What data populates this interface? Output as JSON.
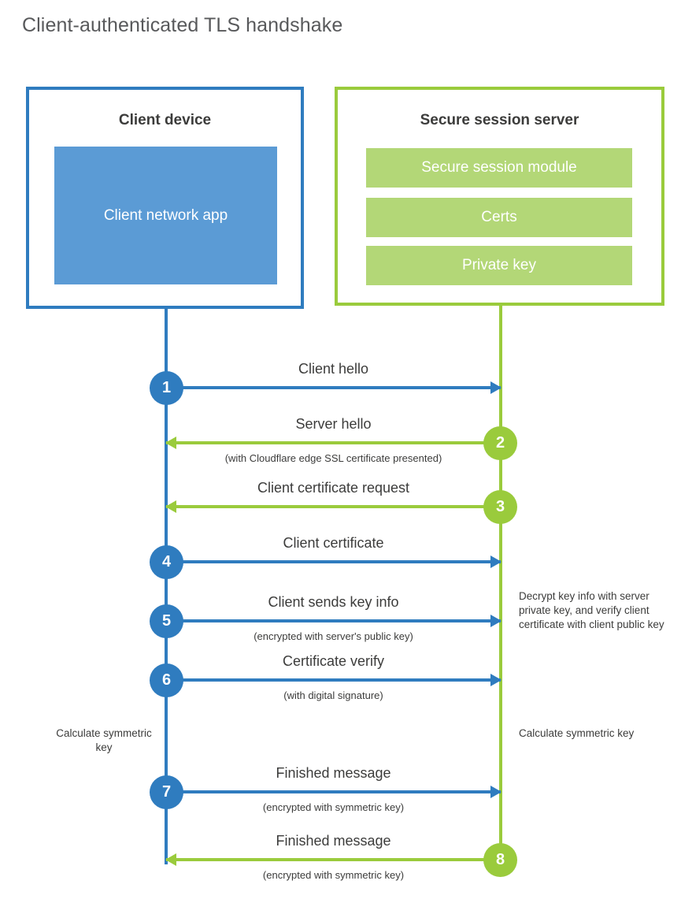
{
  "title": "Client-authenticated TLS handshake",
  "parties": {
    "client": {
      "title": "Client device",
      "accent": "#2F7CBF",
      "blocks": [
        {
          "label": "Client network app",
          "color": "#5B9BD5"
        }
      ]
    },
    "server": {
      "title": "Secure session server",
      "accent": "#9ACB3C",
      "blocks": [
        {
          "label": "Secure session module",
          "color": "#B3D777"
        },
        {
          "label": "Certs",
          "color": "#B3D777"
        },
        {
          "label": "Private key",
          "color": "#B3D777"
        }
      ]
    }
  },
  "steps": [
    {
      "number": "1",
      "label": "Client hello",
      "sub": "",
      "direction": "to-server",
      "actor": "client"
    },
    {
      "number": "2",
      "label": "Server hello",
      "sub": "(with Cloudflare edge SSL certificate presented)",
      "direction": "to-client",
      "actor": "server"
    },
    {
      "number": "3",
      "label": "Client certificate request",
      "sub": "",
      "direction": "to-client",
      "actor": "server"
    },
    {
      "number": "4",
      "label": "Client certificate",
      "sub": "",
      "direction": "to-server",
      "actor": "client"
    },
    {
      "number": "5",
      "label": "Client sends key info",
      "sub": "(encrypted with server's public key)",
      "direction": "to-server",
      "actor": "client"
    },
    {
      "number": "6",
      "label": "Certificate verify",
      "sub": "(with digital signature)",
      "direction": "to-server",
      "actor": "client"
    },
    {
      "number": "7",
      "label": "Finished message",
      "sub": "(encrypted with symmetric key)",
      "direction": "to-server",
      "actor": "client"
    },
    {
      "number": "8",
      "label": "Finished message",
      "sub": "(encrypted with symmetric key)",
      "direction": "to-client",
      "actor": "server"
    }
  ],
  "notes": {
    "server_decrypt": "Decrypt key info with server private key, and verify client certificate with client public key",
    "client_symmetric_key": "Calculate symmetric key",
    "server_symmetric_key": "Calculate symmetric key"
  },
  "colors": {
    "client_accent": "#2F7CBF",
    "client_block": "#5B9BD5",
    "server_accent": "#9ACB3C",
    "server_block": "#B3D777",
    "text": "#3c3c3b",
    "title_text": "#58595b",
    "background": "#ffffff"
  }
}
